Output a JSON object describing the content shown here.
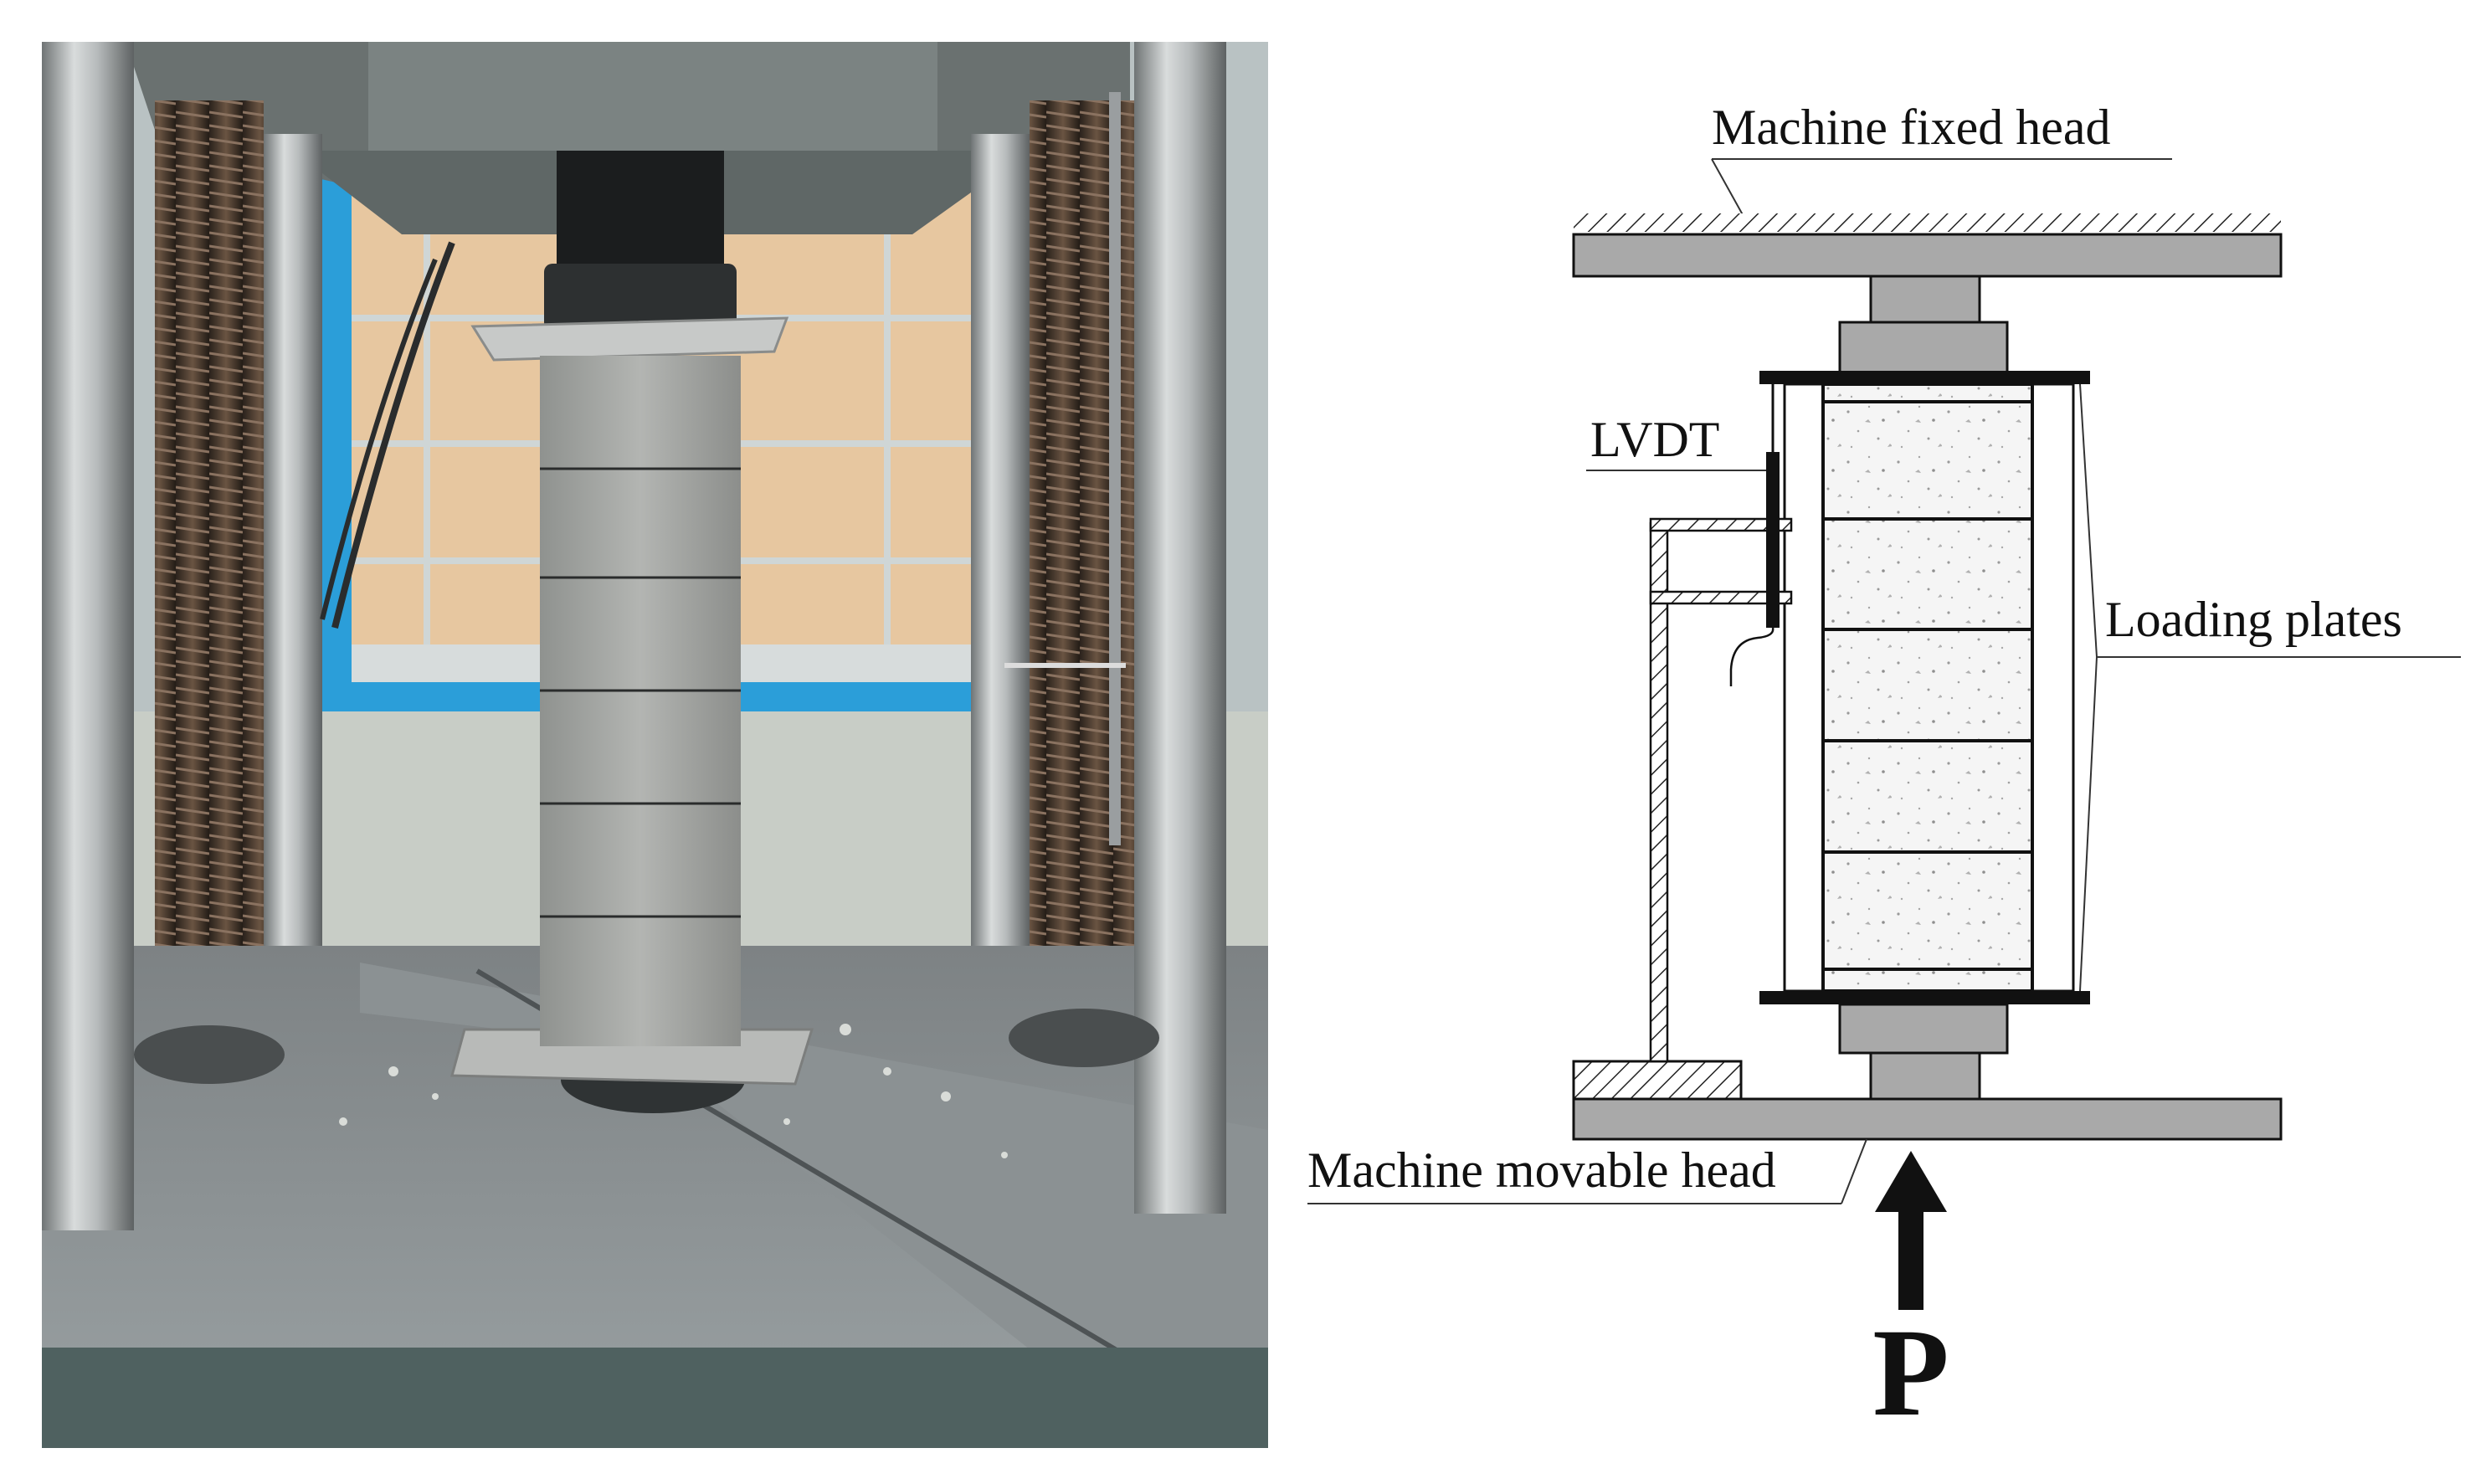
{
  "figure": {
    "labels": {
      "fixed_head": "Machine fixed head",
      "lvdt": "LVDT",
      "loading_plates": "Loading plates",
      "movable_head": "Machine movable head",
      "load": "P"
    },
    "colors": {
      "steel_gray": "#a9a9a9",
      "plate_black": "#111111",
      "specimen_fill": "#f3f3f3",
      "photo_background": "#b9c2c3",
      "window_blue": "#2b9ed9",
      "concrete_gray": "#a7a9a6"
    },
    "specimen_segments": 5
  }
}
